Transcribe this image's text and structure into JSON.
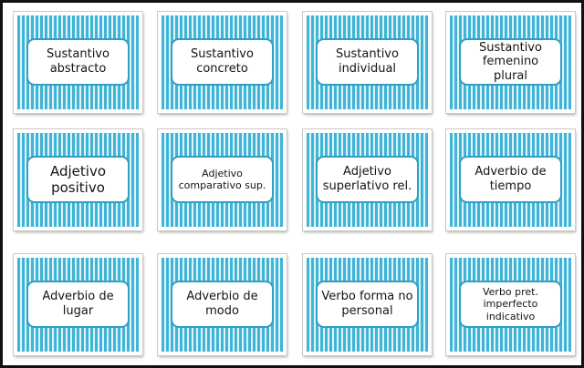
{
  "cards": [
    {
      "label": "Sustantivo abstracto"
    },
    {
      "label": "Sustantivo concreto"
    },
    {
      "label": "Sustantivo individual"
    },
    {
      "label": "Sustantivo femenino plural"
    },
    {
      "label": "Adjetivo positivo"
    },
    {
      "label": "Adjetivo comparativo sup."
    },
    {
      "label": "Adjetivo superlativo rel."
    },
    {
      "label": "Adverbio de tiempo"
    },
    {
      "label": "Adverbio de lugar"
    },
    {
      "label": "Adverbio de modo"
    },
    {
      "label": "Verbo forma no personal"
    },
    {
      "label": "Verbo pret. imperfecto indicativo"
    }
  ],
  "colors": {
    "stripe": "#3fb4d6",
    "stripe_light": "#dff3fa",
    "label_border": "#2f9fc4",
    "frame_border": "#111111"
  }
}
